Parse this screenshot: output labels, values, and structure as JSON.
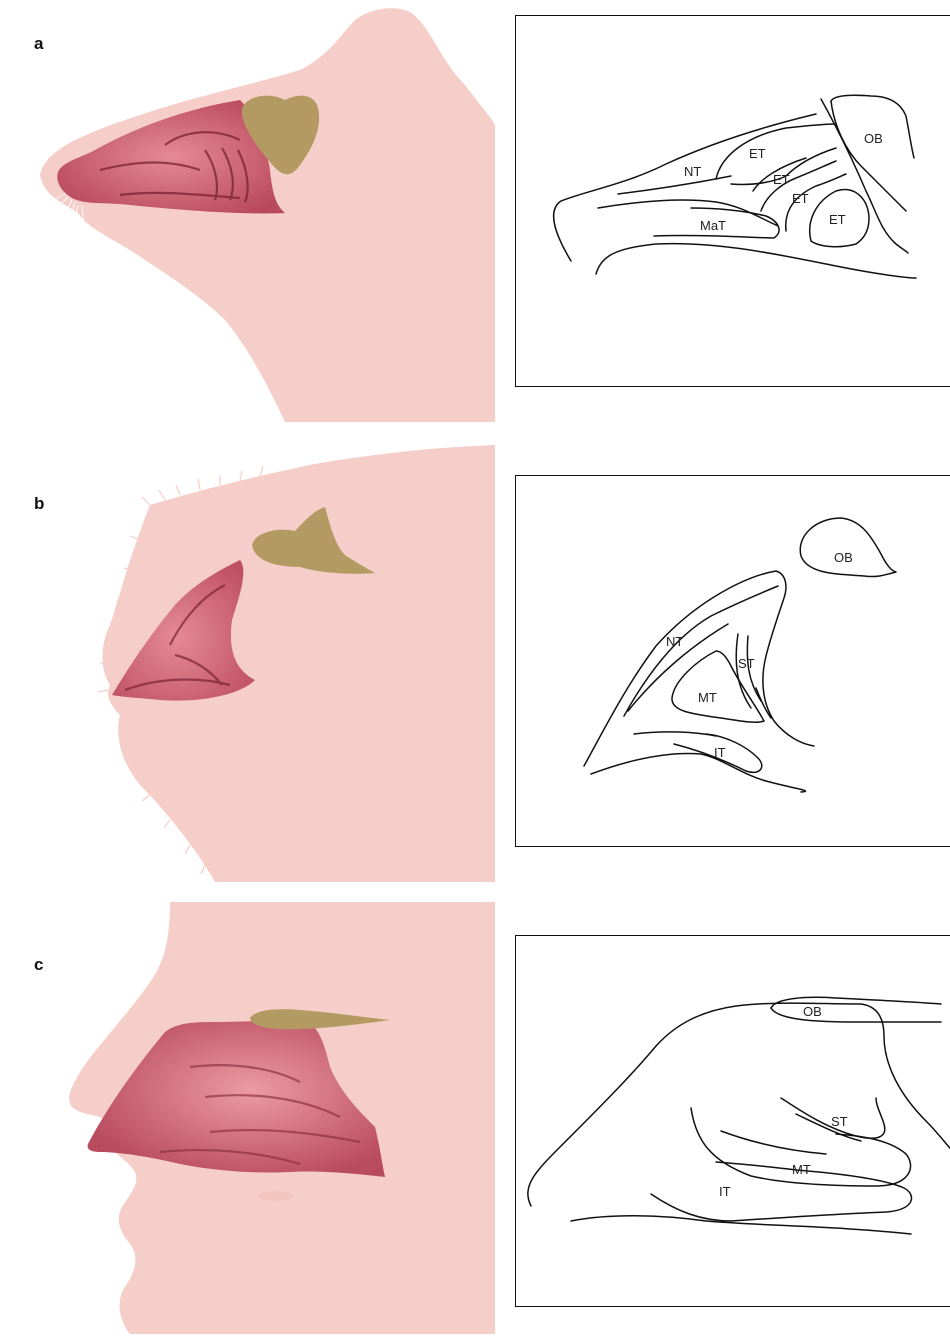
{
  "panels": [
    {
      "letter": "a",
      "labels": {
        "NT": "NT",
        "ET1": "ET",
        "ET2": "ET",
        "ET3": "ET",
        "ET4": "ET",
        "OB": "OB",
        "MaT": "MaT"
      }
    },
    {
      "letter": "b",
      "labels": {
        "OB": "OB",
        "NT": "NT",
        "ST": "ST",
        "MT": "MT",
        "IT": "IT"
      }
    },
    {
      "letter": "c",
      "labels": {
        "OB": "OB",
        "ST": "ST",
        "MT": "MT",
        "IT": "IT"
      }
    }
  ],
  "colors": {
    "skin": "#f5cdc9",
    "mucosa": "#c85a6a",
    "mucosa_light": "#e48a94",
    "bulb": "#b39a62",
    "line": "#111111"
  }
}
